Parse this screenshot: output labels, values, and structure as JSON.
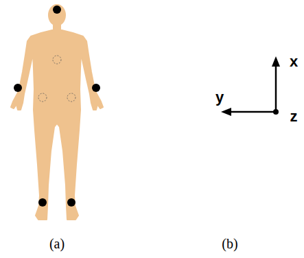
{
  "diagram": {
    "labels": [
      "(a)",
      "x",
      "y",
      "z",
      "(b)"
    ]
  }
}
